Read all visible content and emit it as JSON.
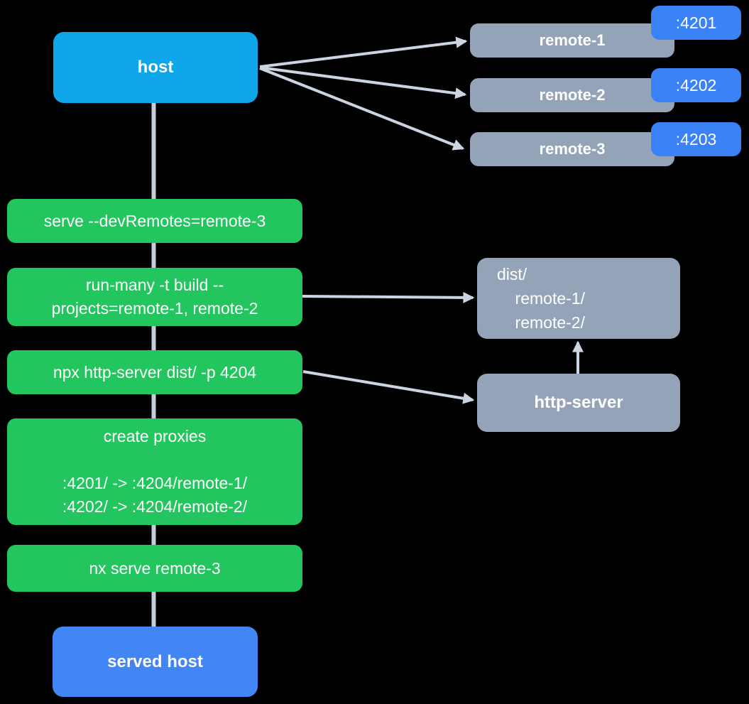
{
  "colors": {
    "background": "#000000",
    "text": "#ffffff",
    "host_fill": "#0ea5e9",
    "served_host_fill": "#4285f4",
    "remote_fill": "#94a3b8",
    "command_fill": "#22c55e",
    "badge_fill": "#3b82f6",
    "arrow": "#ccd3e1",
    "spine": "#c5cbd7"
  },
  "host": {
    "label": "host"
  },
  "served_host": {
    "label": "served host"
  },
  "remotes": [
    {
      "label": "remote-1",
      "port": ":4201"
    },
    {
      "label": "remote-2",
      "port": ":4202"
    },
    {
      "label": "remote-3",
      "port": ":4203"
    }
  ],
  "commands": [
    {
      "text": "serve --devRemotes=remote-3"
    },
    {
      "text": "run-many -t build --\nprojects=remote-1, remote-2"
    },
    {
      "text": "npx http-server dist/ -p 4204"
    },
    {
      "text": "create proxies\n\n:4201/ -> :4204/remote-1/\n:4202/ -> :4204/remote-2/"
    },
    {
      "text": "nx serve remote-3"
    }
  ],
  "dist_folder": {
    "text": "dist/\n    remote-1/\n    remote-2/"
  },
  "http_server": {
    "label": "http-server"
  }
}
